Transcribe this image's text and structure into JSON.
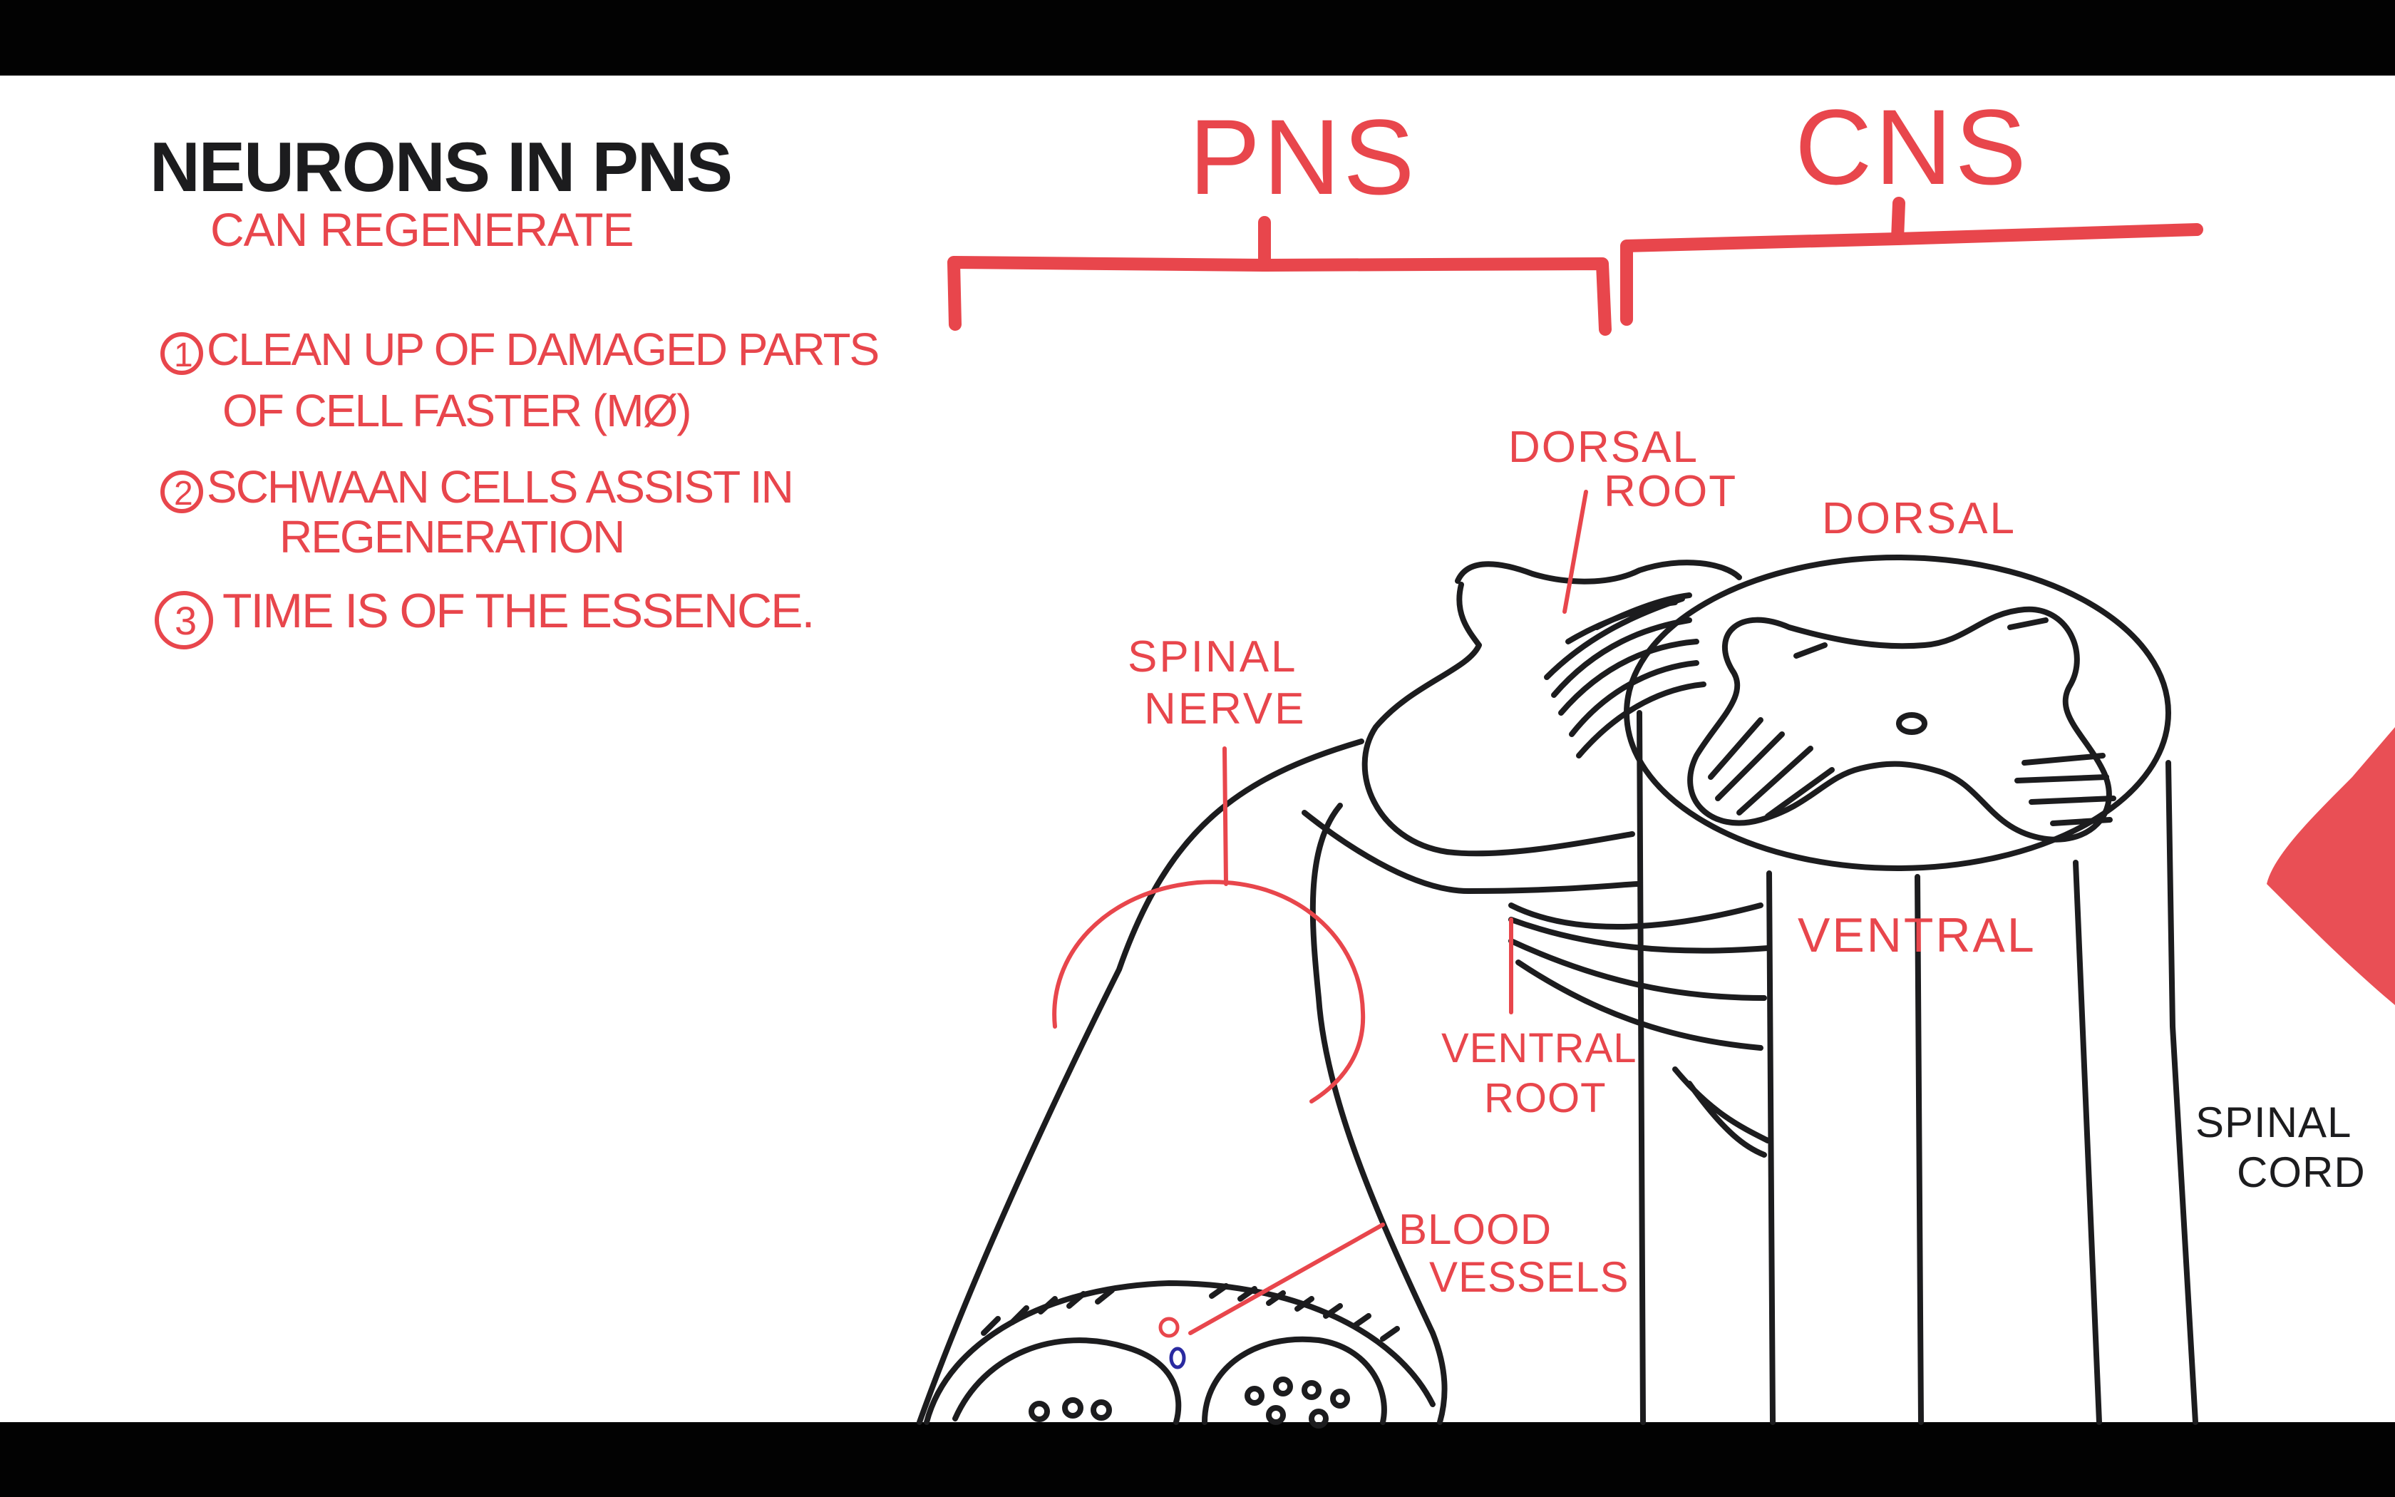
{
  "title": {
    "line1": "NEURONS IN PNS",
    "line2": "CAN REGENERATE"
  },
  "points": [
    {
      "num": "1",
      "text_l1": "CLEAN UP OF DAMAGED PARTS",
      "text_l2": "OF CELL FASTER (MØ)"
    },
    {
      "num": "2",
      "text_l1": "SCHWAAN CELLS ASSIST IN",
      "text_l2": "REGENERATION"
    },
    {
      "num": "3",
      "text_l1": "TIME IS OF THE ESSENCE.",
      "text_l2": ""
    }
  ],
  "headers": {
    "pns": "PNS",
    "cns": "CNS"
  },
  "labels": {
    "dorsal_root_l1": "DORSAL",
    "dorsal_root_l2": "ROOT",
    "dorsal": "DORSAL",
    "spinal_nerve_l1": "SPINAL",
    "spinal_nerve_l2": "NERVE",
    "ventral": "VENTRAL",
    "ventral_root_l1": "VENTRAL",
    "ventral_root_l2": "ROOT",
    "blood_vessels_l1": "BLOOD",
    "blood_vessels_l2": "VESSELS",
    "spinal_cord_l1": "SPINAL",
    "spinal_cord_l2": "CORD"
  },
  "colors": {
    "black_ink": "#1c1c1e",
    "red_ink": "#e8464c",
    "blue_ink": "#2a2aa0",
    "board": "#ffffff",
    "letterbox": "#020202"
  }
}
